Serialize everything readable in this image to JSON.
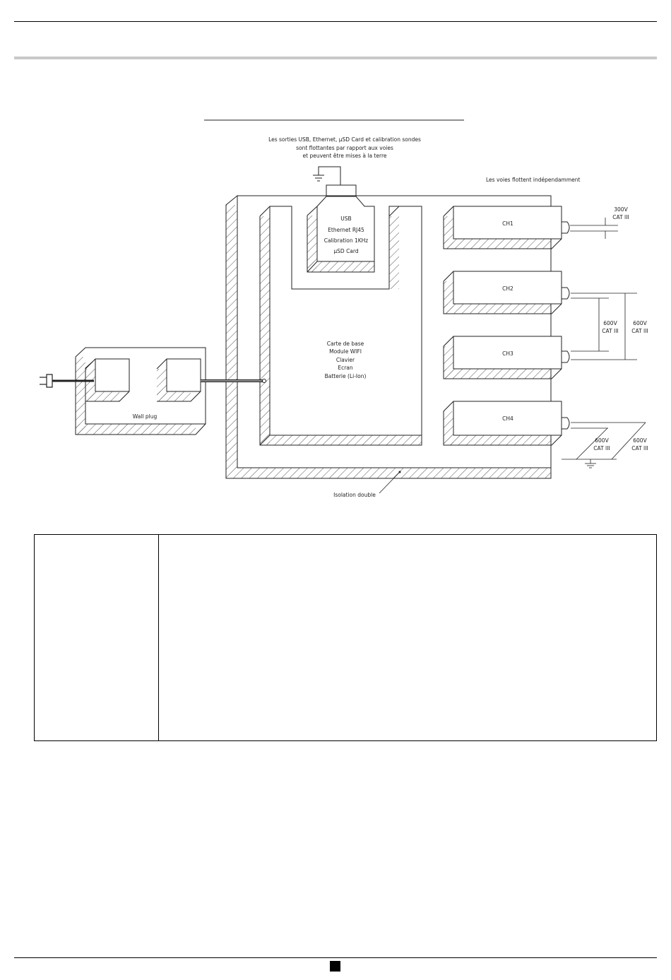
{
  "diagram": {
    "note_outputs": [
      "Les sorties USB, Ethernet, µSD Card et calibration sondes",
      "sont flottantes par rapport aux voies",
      "et peuvent être mises à la terre"
    ],
    "note_channels": "Les voies flottent indépendamment",
    "interfaces_block": [
      "USB",
      "Ethernet RJ45",
      "Calibration 1KHz",
      "µSD Card"
    ],
    "base_board_block": [
      "Carte de base",
      "Module WIFI",
      "Clavier",
      "Ecran",
      "Batterie (Li-Ion)"
    ],
    "wall_plug_label": "Wall plug",
    "channels": [
      "CH1",
      "CH2",
      "CH3",
      "CH4"
    ],
    "ratings": {
      "ch1": [
        "300V",
        "CAT III"
      ],
      "ch2_ch3_inner": [
        "600V",
        "CAT III"
      ],
      "ch2_ch3_outer": [
        "600V",
        "CAT III"
      ],
      "ch4_inner": [
        "600V",
        "CAT III"
      ],
      "ch4_outer": [
        "600V",
        "CAT III"
      ]
    },
    "isolation_label": "Isolation double"
  },
  "colors": {
    "line": "#222222",
    "hatch": "#555555",
    "rule_grey": "#c9c9c9"
  }
}
